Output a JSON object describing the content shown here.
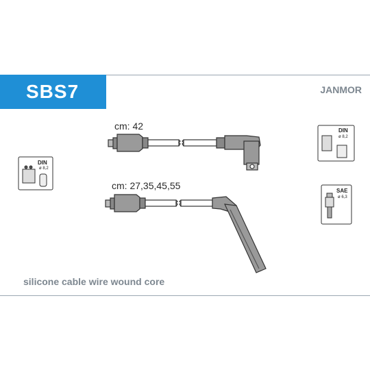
{
  "header": {
    "code": "SBS7",
    "brand": "JANMOR",
    "accent_color": "#1f8fd6",
    "brand_color": "#7d8790"
  },
  "cables": [
    {
      "length_label": "cm: 42",
      "connector_end": "angled boot"
    },
    {
      "length_label": "cm: 27,35,45,55",
      "connector_end": "long straight boot"
    }
  ],
  "symbols": {
    "left": {
      "standard": "DIN",
      "diameter": "ø 8,2",
      "icon": "distributor-cap-icon"
    },
    "right_top": {
      "standard": "DIN",
      "diameter": "ø 8,2",
      "icon": "coil-terminal-icon"
    },
    "right_bottom": {
      "standard": "SAE",
      "diameter": "ø 6,3",
      "icon": "spark-plug-icon"
    }
  },
  "footer": {
    "description": "silicone cable wire wound core"
  }
}
